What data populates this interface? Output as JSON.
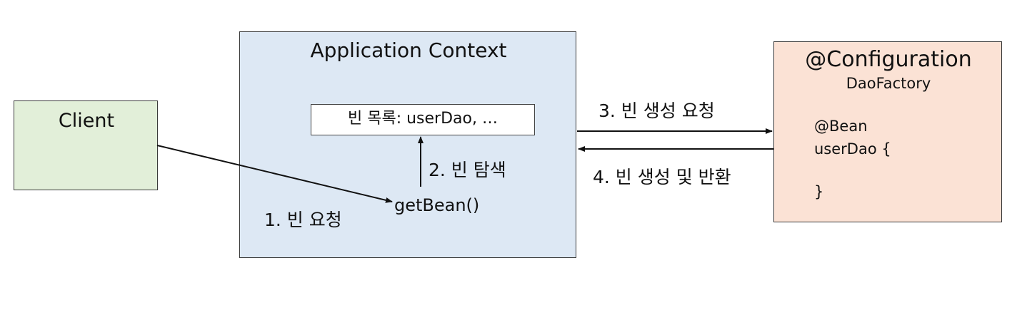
{
  "client": {
    "title": "Client"
  },
  "application_context": {
    "title": "Application Context",
    "bean_list": "빈 목록: userDao, …",
    "method": "getBean()"
  },
  "configuration": {
    "annotation": "@Configuration",
    "class_name": "DaoFactory",
    "code_lines": [
      "@Bean",
      "userDao {",
      "}"
    ]
  },
  "steps": {
    "step1": "1. 빈 요청",
    "step2": "2. 빈 탐색",
    "step3": "3. 빈 생성 요청",
    "step4": "4. 빈 생성 및 반환"
  },
  "colors": {
    "client_fill": "#e2efd9",
    "context_fill": "#dde8f4",
    "config_fill": "#fbe2d5",
    "border": "#3a3a3a"
  }
}
